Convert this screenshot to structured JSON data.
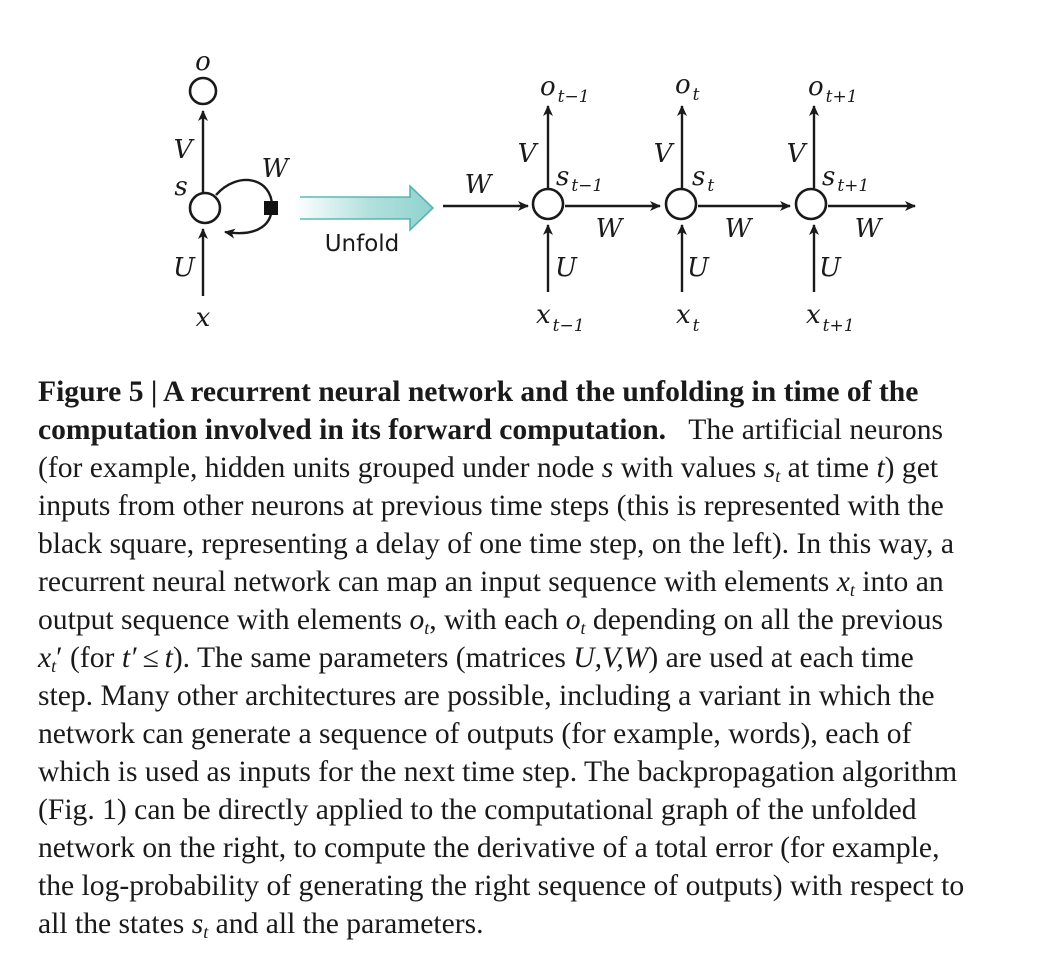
{
  "diagram": {
    "folded": {
      "output": "o",
      "hidden": "s",
      "input": "x",
      "weight_out": "V",
      "weight_in": "U",
      "weight_rec": "W"
    },
    "arrow_label": "Unfold",
    "unfolded": {
      "incoming_weight": "W",
      "steps": [
        {
          "o": "o",
          "o_sub": "t−1",
          "s": "s",
          "s_sub": "t−1",
          "x": "x",
          "x_sub": "t−1",
          "V": "V",
          "U": "U",
          "W_out": "W"
        },
        {
          "o": "o",
          "o_sub": "t",
          "s": "s",
          "s_sub": "t",
          "x": "x",
          "x_sub": "t",
          "V": "V",
          "U": "U",
          "W_out": "W"
        },
        {
          "o": "o",
          "o_sub": "t+1",
          "s": "s",
          "s_sub": "t+1",
          "x": "x",
          "x_sub": "t+1",
          "V": "V",
          "U": "U",
          "W_out": "W"
        }
      ]
    }
  },
  "caption": {
    "title": "Figure 5 | A recurrent neural network and the unfolding in time of the computation involved in its forward computation.",
    "title_line1": "Figure 5 | A recurrent neural network and the unfolding in time of the",
    "title_line2": "computation involved in its forward computation.",
    "l2_tail": "The artificial neurons",
    "l3": {
      "a": "(for example, hidden units grouped under node ",
      "s": "s",
      "b": " with values ",
      "v": "s",
      "vsub": "t",
      "c": " at time ",
      "t": "t",
      "d": ") get"
    },
    "l4": "inputs from other neurons at previous time steps (this is represented with the",
    "l5": "black square, representing a delay of one time step, on the left). In this way, a",
    "l6": {
      "a": "recurrent neural network can map an input sequence with elements ",
      "x": "x",
      "xsub": "t",
      "b": " into an"
    },
    "l7": {
      "a": "output sequence with elements ",
      "o1": "o",
      "o1sub": "t",
      "b": ", with each ",
      "o2": "o",
      "o2sub": "t",
      "c": " depending on all the previous"
    },
    "l8": {
      "x": "x",
      "xsub": "t",
      "prime": "′",
      "a": " (for ",
      "t1": "t′ ≤ t",
      "b": "). The same parameters (matrices ",
      "m": "U,V,W",
      "c": ") are used at each time"
    },
    "l9": "step. Many other architectures are possible, including a variant in which the",
    "l10": "network can generate a sequence of outputs (for example, words), each of",
    "l11": "which is used as inputs for the next time step. The backpropagation algorithm",
    "l12": "(Fig. 1) can be directly applied to the computational graph of the unfolded",
    "l13": "network on the right, to compute the derivative of a total error (for example,",
    "l14": "the log-probability of generating the right sequence of outputs) with respect to",
    "l15": {
      "a": "all the states ",
      "s": "s",
      "ssub": "t",
      "b": " and all the parameters."
    }
  },
  "colors": {
    "ink": "#1a1a1a",
    "unfold_arrow_fill": "#9ed8d4",
    "unfold_arrow_stroke": "#3aa9a3"
  }
}
